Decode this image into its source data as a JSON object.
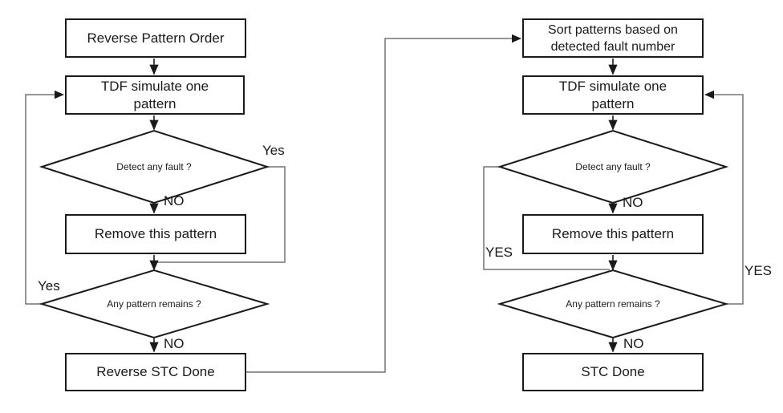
{
  "colors": {
    "box_border": "#1a1a1a",
    "connector_gray": "#737373",
    "arrow_black": "#1a1a1a",
    "text": "#1a1a1a",
    "background": "#ffffff"
  },
  "left_flow": {
    "start": "Reverse Pattern Order",
    "simulate": "TDF simulate one\npattern",
    "decision_fault": "Detect any fault ?",
    "fault_yes": "Yes",
    "fault_no": "NO",
    "remove": "Remove this pattern",
    "decision_remains": "Any pattern remains ?",
    "remains_yes": "Yes",
    "remains_no": "NO",
    "done": "Reverse STC Done"
  },
  "right_flow": {
    "start": "Sort patterns based on\ndetected fault number",
    "simulate": "TDF simulate one\npattern",
    "decision_fault": "Detect any fault ?",
    "fault_yes": "YES",
    "fault_no": "NO",
    "remove": "Remove this pattern",
    "decision_remains": "Any pattern remains ?",
    "remains_yes": "YES",
    "remains_no": "NO",
    "done": "STC Done"
  }
}
